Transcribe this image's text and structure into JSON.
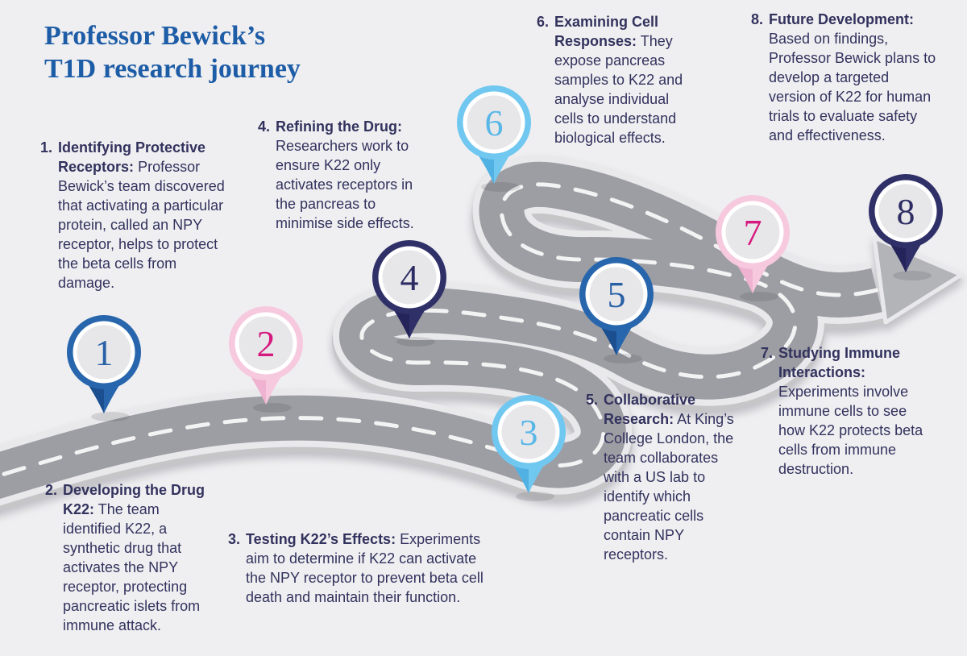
{
  "title": {
    "line1": "Professor Bewick’s",
    "line2": "T1D research journey"
  },
  "steps": [
    {
      "num": "1.",
      "label": "1",
      "color_key": "blue",
      "heading": "Identifying Protective Receptors:",
      "body": "Professor Bewick’s team discovered that activating a particular protein, called an NPY receptor, helps to protect the beta cells from damage."
    },
    {
      "num": "2.",
      "label": "2",
      "color_key": "pink",
      "heading": "Developing the Drug K22:",
      "body": "The team identified K22, a synthetic drug that activates the NPY receptor, protecting pancreatic islets from immune attack."
    },
    {
      "num": "3.",
      "label": "3",
      "color_key": "lightblue",
      "heading": "Testing K22’s Effects:",
      "body": "Experiments aim to determine if K22 can activate the NPY receptor to prevent beta cell death and maintain their function."
    },
    {
      "num": "4.",
      "label": "4",
      "color_key": "navy",
      "heading": "Refining the Drug:",
      "body": "Researchers work to ensure K22 only activates receptors in the pancreas to minimise side effects."
    },
    {
      "num": "5.",
      "label": "5",
      "color_key": "blue",
      "heading": "Collaborative Research:",
      "body": "At King’s College London, the team collaborates with a US lab to identify which pancreatic cells contain NPY receptors."
    },
    {
      "num": "6.",
      "label": "6",
      "color_key": "lightblue",
      "heading": "Examining Cell Responses:",
      "body": "They expose pancreas samples to K22 and analyse individual cells to understand biological effects."
    },
    {
      "num": "7.",
      "label": "7",
      "color_key": "pink",
      "heading": "Studying Immune Interactions:",
      "body": "Experiments involve immune cells to see how K22 protects beta cells from immune destruction."
    },
    {
      "num": "8.",
      "label": "8",
      "color_key": "navy",
      "heading": "Future Development:",
      "body": "Based on findings, Professor Bewick plans to develop a targeted version of K22 for human trials to evaluate safety and effectiveness."
    }
  ],
  "colors": {
    "background": "#efeff1",
    "title_blue": "#1d5ca6",
    "text_navy": "#32325e",
    "road_asphalt": "#9d9ea3",
    "road_casing": "#e9e9eb",
    "road_underside": "#c6c6c9",
    "road_dash": "#f3f3f4",
    "arrow_fill": "#b3b4b8",
    "pin_face": "#e7e7e9",
    "pin_palettes": {
      "blue": {
        "body": "#2766ad",
        "number": "#2a61a6",
        "shade": "#1c4f90"
      },
      "pink": {
        "body": "#f6c9de",
        "number": "#d6197f",
        "shade": "#efb3d1"
      },
      "lightblue": {
        "body": "#70c7f0",
        "number": "#59b7e8",
        "shade": "#52b1e3"
      },
      "navy": {
        "body": "#303069",
        "number": "#2d2d64",
        "shade": "#24245a"
      }
    }
  }
}
